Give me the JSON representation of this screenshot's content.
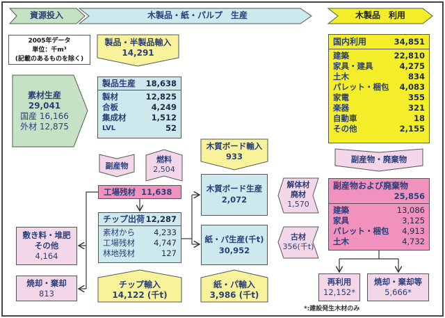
{
  "header": {
    "stage1": "資源投入",
    "stage2": "木製品・紙・パルプ　生産",
    "stage3": "木製品　利用"
  },
  "legend": {
    "line1": "2005年データ",
    "line2": "単位：千m³",
    "line3": "(記載のあるものを除く)"
  },
  "raw_material": {
    "title": "素材生産",
    "total": "29,041",
    "domestic": "国産 16,166",
    "imported": "外材 12,875"
  },
  "product_import": {
    "title": "製品・半製品輸入",
    "value": "14,291"
  },
  "product_production": {
    "title": "製品生産",
    "total": "18,638",
    "items": [
      {
        "label": "製材",
        "value": "12,825"
      },
      {
        "label": "合板",
        "value": "4,249"
      },
      {
        "label": "集成材",
        "value": "1,512"
      },
      {
        "label": "LVL",
        "value": "52"
      }
    ]
  },
  "byproduct_tag": {
    "label": "副産物"
  },
  "fuel": {
    "label": "燃料",
    "value": "2,504"
  },
  "factory_residue": {
    "label": "工場残材",
    "value": "11,638"
  },
  "chip_shipment": {
    "title": "チップ出荷",
    "total": "12,287",
    "items": [
      {
        "label": "素材から",
        "value": "4,233"
      },
      {
        "label": "工場残材",
        "value": "4,747"
      },
      {
        "label": "林地残材",
        "value": "127"
      }
    ]
  },
  "bedding": {
    "line1": "敷き料・堆肥",
    "line2": "その他",
    "value": "4,164"
  },
  "incineration_left": {
    "label": "焼却・棄却",
    "value": "813"
  },
  "chip_import": {
    "label": "チップ輸入",
    "value": "14,122 (千t)"
  },
  "board_import": {
    "label": "木質ボード輸入",
    "value": "933"
  },
  "board_production": {
    "label": "木質ボード生産",
    "value": "2,072"
  },
  "paper_production": {
    "label": "紙・パ生産(千t)",
    "value": "30,952"
  },
  "paper_import": {
    "label": "紙・パ輸入",
    "value": "3,986 (千t)"
  },
  "demolition": {
    "line1": "解体材",
    "line2": "廃材",
    "value": "1,570"
  },
  "used_paper": {
    "label": "古材",
    "value": "356(千t)"
  },
  "domestic_use": {
    "title": "国内利用",
    "total": "34,851",
    "items": [
      {
        "label": "建築",
        "value": "22,810"
      },
      {
        "label": "家具・建具",
        "value": "4,275"
      },
      {
        "label": "土木",
        "value": "834"
      },
      {
        "label": "パレット・梱包",
        "value": "4,083"
      },
      {
        "label": "家電",
        "value": "355"
      },
      {
        "label": "楽器",
        "value": "321"
      },
      {
        "label": "自動車",
        "value": "18"
      },
      {
        "label": "その他",
        "value": "2,155"
      }
    ]
  },
  "waste_tag": {
    "label": "副産物・廃棄物"
  },
  "waste": {
    "title": "副産物および廃棄物",
    "total": "25,856",
    "items": [
      {
        "label": "建築",
        "value": "13,086"
      },
      {
        "label": "家具",
        "value": "3,125"
      },
      {
        "label": "パレット・梱包",
        "value": "4,913"
      },
      {
        "label": "土木",
        "value": "4,732"
      }
    ]
  },
  "reuse": {
    "label": "再利用",
    "value": "12,152*"
  },
  "incineration_right": {
    "label": "焼却・棄却等",
    "value": "5,666*"
  },
  "footnote": "*:建設発生木材のみ",
  "colors": {
    "green": "#c6e2c4",
    "cyan": "#cde9ee",
    "yellow": "#f4ee2a",
    "light_yellow": "#f8f29a",
    "pink": "#f191bd",
    "light_pink": "#f3d7e8",
    "text": "#2b3f7a"
  }
}
